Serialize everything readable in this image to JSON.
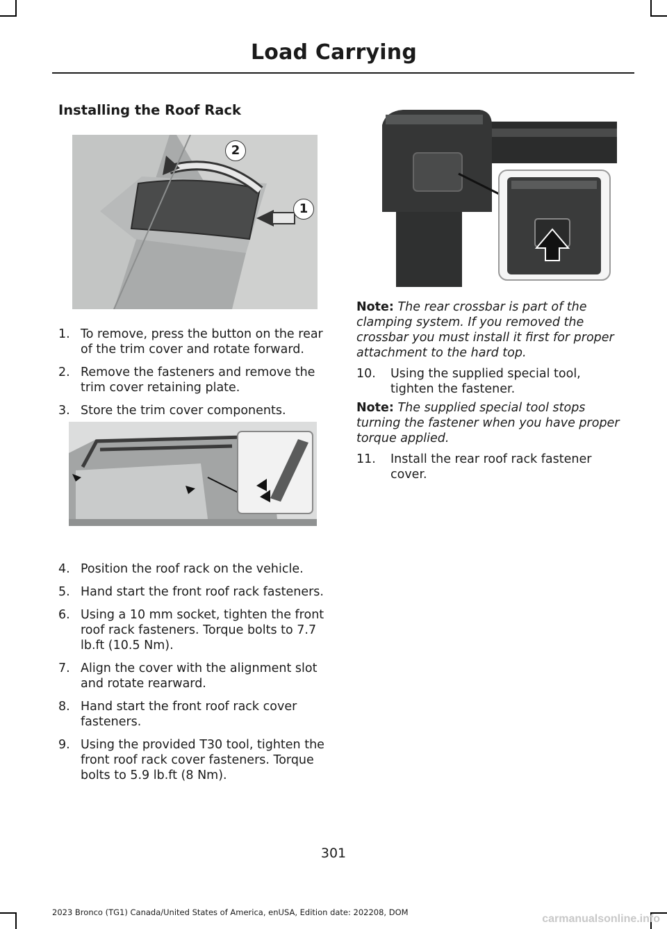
{
  "header": {
    "title": "Load Carrying"
  },
  "section": {
    "title": "Installing the Roof Rack"
  },
  "figure1": {
    "callouts": [
      "2",
      "1"
    ]
  },
  "steps_a": [
    {
      "num": "1.",
      "text": "To remove, press the button on the rear of the trim cover and rotate forward."
    },
    {
      "num": "2.",
      "text": "Remove the fasteners and remove the trim cover retaining plate."
    },
    {
      "num": "3.",
      "text": "Store the trim cover components."
    }
  ],
  "steps_b": [
    {
      "num": "4.",
      "text": "Position the roof rack on the vehicle."
    },
    {
      "num": "5.",
      "text": "Hand start the front roof rack fasteners."
    },
    {
      "num": "6.",
      "text": "Using a 10 mm socket, tighten the front roof rack fasteners. Torque bolts to 7.7 lb.ft (10.5 Nm)."
    },
    {
      "num": "7.",
      "text": "Align the cover with the alignment slot and rotate rearward."
    },
    {
      "num": "8.",
      "text": "Hand start the front roof rack cover fasteners."
    },
    {
      "num": "9.",
      "text": "Using the provided T30 tool, tighten the front roof rack cover fasteners. Torque bolts to 5.9 lb.ft (8 Nm)."
    }
  ],
  "note1": {
    "label": "Note:",
    "text": "The rear crossbar is part of the clamping system. If you removed the crossbar you must install it first for proper attachment to the hard top."
  },
  "step10": {
    "num": "10.",
    "text": "Using the supplied special tool, tighten the fastener."
  },
  "note2": {
    "label": "Note:",
    "text": "The supplied special tool stops turning the fastener when you have proper torque applied."
  },
  "step11": {
    "num": "11.",
    "text": "Install the rear roof rack fastener cover."
  },
  "page_number": "301",
  "footer": "2023 Bronco (TG1) Canada/United States of America, enUSA, Edition date: 202208, DOM",
  "watermark": "carmanualsonline.info"
}
